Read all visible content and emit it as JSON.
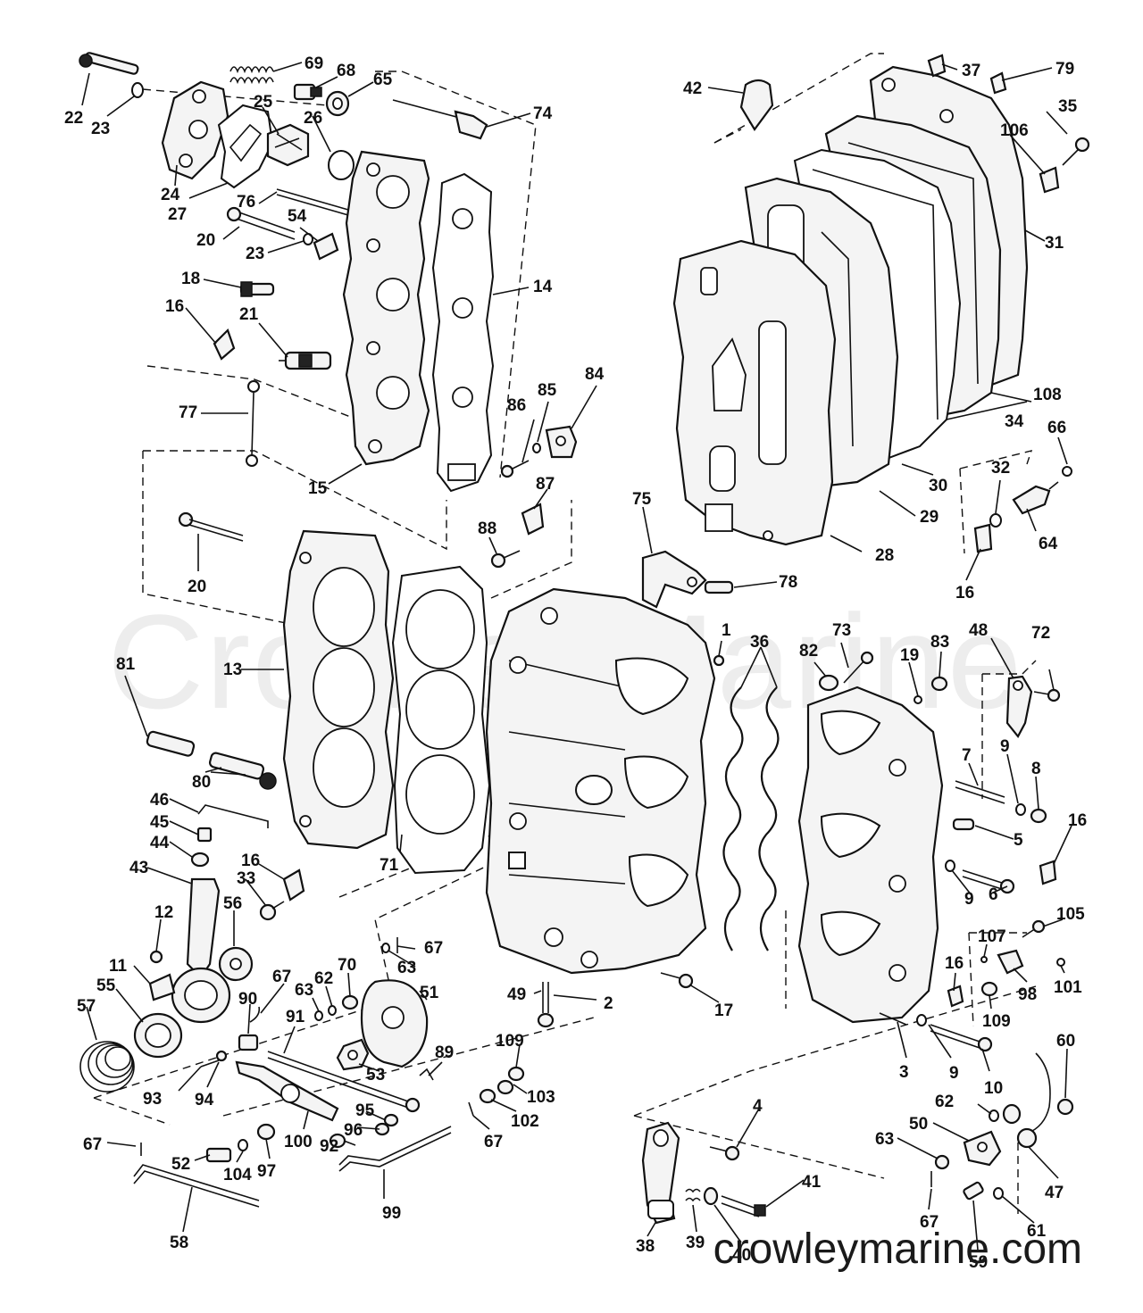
{
  "watermark_text": "CrowleyMarine",
  "site_text": "crowleymarine.com",
  "labels": [
    "1",
    "2",
    "3",
    "4",
    "5",
    "6",
    "7",
    "8",
    "9",
    "10",
    "11",
    "12",
    "13",
    "14",
    "15",
    "16",
    "17",
    "18",
    "19",
    "20",
    "21",
    "22",
    "23",
    "24",
    "25",
    "26",
    "27",
    "28",
    "29",
    "30",
    "31",
    "32",
    "33",
    "34",
    "35",
    "36",
    "37",
    "38",
    "39",
    "40",
    "41",
    "42",
    "43",
    "44",
    "45",
    "46",
    "47",
    "48",
    "49",
    "50",
    "51",
    "52",
    "53",
    "54",
    "55",
    "56",
    "57",
    "58",
    "59",
    "60",
    "61",
    "62",
    "63",
    "64",
    "65",
    "66",
    "67",
    "68",
    "69",
    "70",
    "71",
    "72",
    "73",
    "74",
    "75",
    "76",
    "77",
    "78",
    "79",
    "80",
    "81",
    "82",
    "83",
    "84",
    "85",
    "86",
    "87",
    "88",
    "89",
    "90",
    "91",
    "92",
    "93",
    "94",
    "95",
    "96",
    "97",
    "98",
    "99",
    "100",
    "101",
    "102",
    "103",
    "104",
    "105",
    "106",
    "107",
    "108",
    "109"
  ]
}
